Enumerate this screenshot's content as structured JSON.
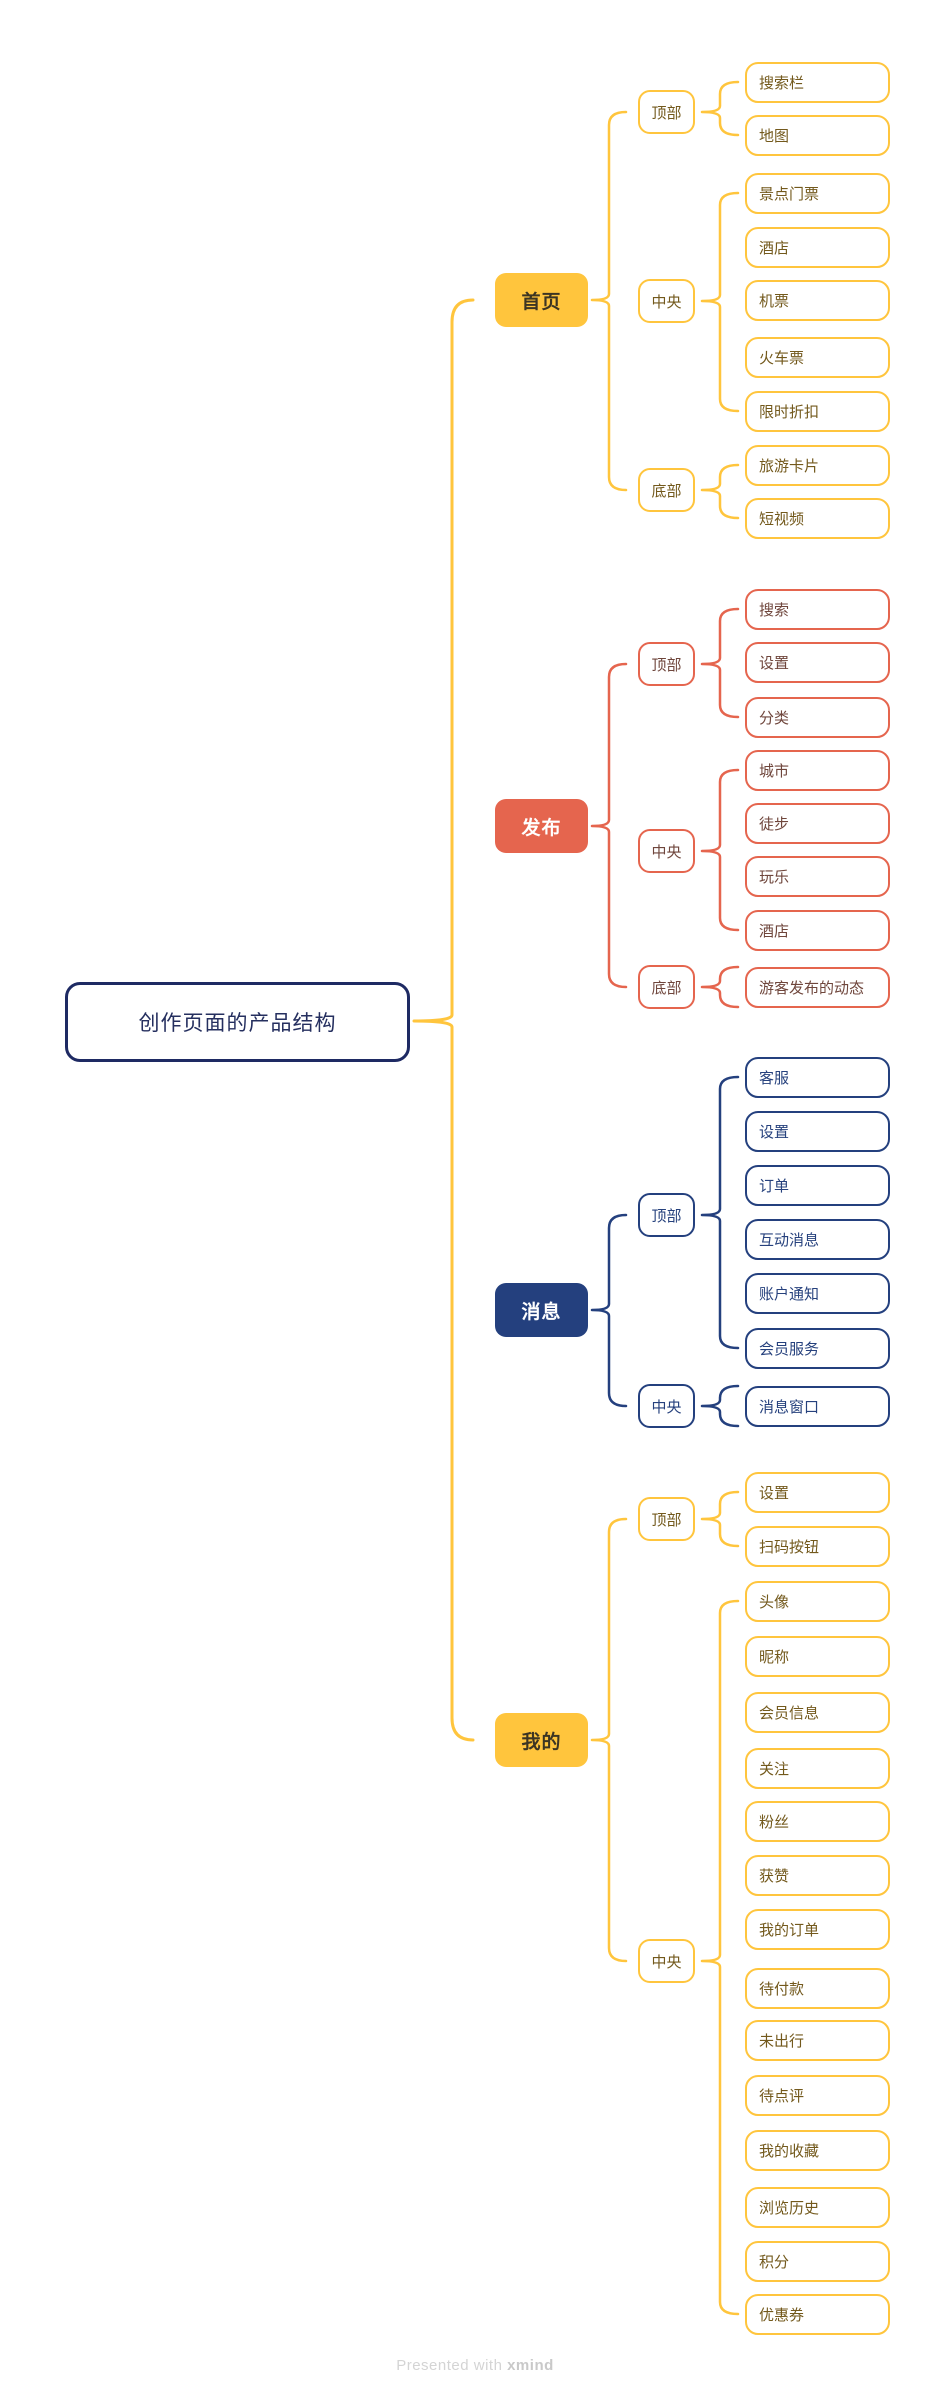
{
  "title": "创作页面的产品结构",
  "footer": {
    "text": "Presented with ",
    "brand": "xmind"
  },
  "palette": {
    "yellow": {
      "main": "#FFC53D",
      "topic_fill": "#FFC53D",
      "topic_text": "#3C3523",
      "text": "#73591C"
    },
    "red": {
      "main": "#E5654E",
      "topic_fill": "#E5654E",
      "topic_text": "#FFFFFF",
      "text": "#6F463C"
    },
    "navy": {
      "main": "#24407E",
      "topic_fill": "#24407E",
      "topic_text": "#FFFFFF",
      "text": "#26417D"
    },
    "root": {
      "border": "#1E2A63",
      "text": "#252F5F"
    }
  },
  "branches": [
    {
      "label": "首页",
      "palette": "yellow",
      "groups": [
        {
          "label": "顶部",
          "leaves": [
            "搜索栏",
            "地图"
          ]
        },
        {
          "label": "中央",
          "leaves": [
            "景点门票",
            "酒店",
            "机票",
            "火车票",
            "限时折扣"
          ]
        },
        {
          "label": "底部",
          "leaves": [
            "旅游卡片",
            "短视频"
          ]
        }
      ]
    },
    {
      "label": "发布",
      "palette": "red",
      "groups": [
        {
          "label": "顶部",
          "leaves": [
            "搜索",
            "设置",
            "分类"
          ]
        },
        {
          "label": "中央",
          "leaves": [
            "城市",
            "徒步",
            "玩乐",
            "酒店"
          ]
        },
        {
          "label": "底部",
          "leaves": [
            "游客发布的动态"
          ]
        }
      ]
    },
    {
      "label": "消息",
      "palette": "navy",
      "groups": [
        {
          "label": "顶部",
          "leaves": [
            "客服",
            "设置",
            "订单",
            "互动消息",
            "账户通知",
            "会员服务"
          ]
        },
        {
          "label": "中央",
          "leaves": [
            "消息窗口"
          ]
        }
      ]
    },
    {
      "label": "我的",
      "palette": "yellow",
      "groups": [
        {
          "label": "顶部",
          "leaves": [
            "设置",
            "扫码按钮"
          ]
        },
        {
          "label": "中央",
          "leaves": [
            "头像",
            "昵称",
            "会员信息",
            "关注",
            "粉丝",
            "获赞",
            "我的订单",
            "待付款",
            "未出行",
            "待点评",
            "我的收藏",
            "浏览历史",
            "积分",
            "优惠券"
          ]
        }
      ]
    }
  ]
}
